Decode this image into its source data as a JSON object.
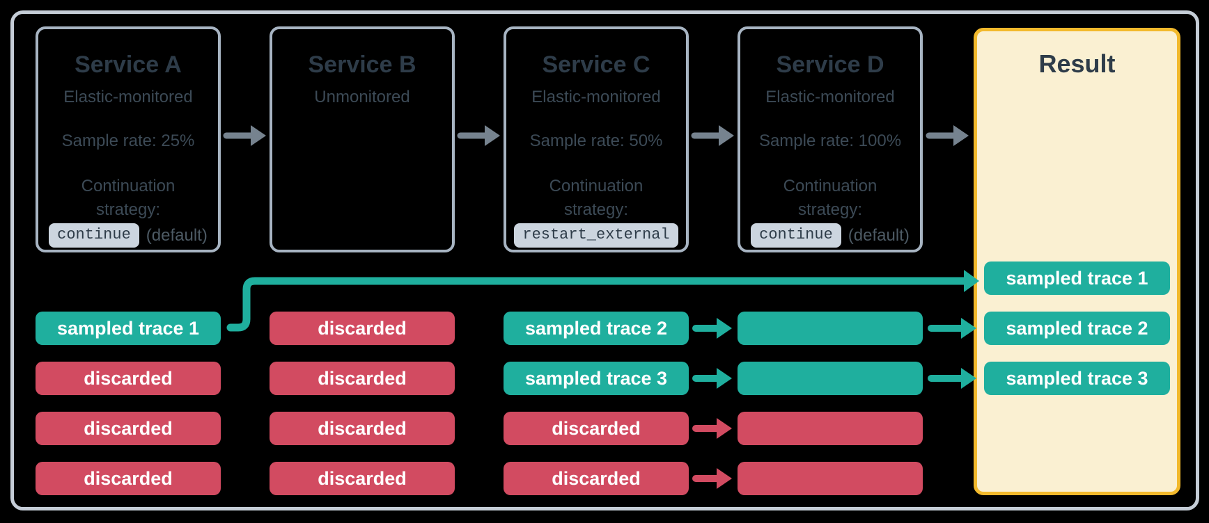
{
  "services": [
    {
      "id": "A",
      "title": "Service A",
      "monitoring": "Elastic-monitored",
      "sample_rate": "Sample rate: 25%",
      "continuation_label": "Continuation strategy:",
      "strategy_code": "continue",
      "strategy_suffix": "(default)"
    },
    {
      "id": "B",
      "title": "Service B",
      "monitoring": "Unmonitored"
    },
    {
      "id": "C",
      "title": "Service C",
      "monitoring": "Elastic-monitored",
      "sample_rate": "Sample rate: 50%",
      "continuation_label": "Continuation strategy:",
      "strategy_code": "restart_external"
    },
    {
      "id": "D",
      "title": "Service D",
      "monitoring": "Elastic-monitored",
      "sample_rate": "Sample rate: 100%",
      "continuation_label": "Continuation strategy:",
      "strategy_code": "continue",
      "strategy_suffix": "(default)"
    }
  ],
  "result": {
    "title": "Result"
  },
  "traces": {
    "service_a": [
      {
        "label": "sampled trace 1",
        "status": "sampled"
      },
      {
        "label": "discarded",
        "status": "discarded"
      },
      {
        "label": "discarded",
        "status": "discarded"
      },
      {
        "label": "discarded",
        "status": "discarded"
      }
    ],
    "service_b": [
      {
        "label": "discarded",
        "status": "discarded"
      },
      {
        "label": "discarded",
        "status": "discarded"
      },
      {
        "label": "discarded",
        "status": "discarded"
      },
      {
        "label": "discarded",
        "status": "discarded"
      }
    ],
    "service_c": [
      {
        "label": "sampled trace 2",
        "status": "sampled"
      },
      {
        "label": "sampled trace 3",
        "status": "sampled"
      },
      {
        "label": "discarded",
        "status": "discarded"
      },
      {
        "label": "discarded",
        "status": "discarded"
      }
    ],
    "service_d": [
      {
        "label": "",
        "status": "sampled"
      },
      {
        "label": "",
        "status": "sampled"
      },
      {
        "label": "",
        "status": "discarded"
      },
      {
        "label": "",
        "status": "discarded"
      }
    ],
    "result": [
      {
        "label": "sampled trace 1",
        "status": "sampled"
      },
      {
        "label": "sampled trace 2",
        "status": "sampled"
      },
      {
        "label": "sampled trace 3",
        "status": "sampled"
      }
    ]
  },
  "colors": {
    "background": "#000000",
    "frame": "#C5CDD7",
    "svc-border": "#A7B4C2",
    "ink": "#3C4A56",
    "ink-strong": "#2E3C49",
    "ink-soft": "#4D5A64",
    "chip-bg": "#CCD5DF",
    "teal": "#1FAF9E",
    "red": "#D24B61",
    "result-bg": "#FAF0D2",
    "result-border": "#F2B92C",
    "arrow-gray": "#76838F",
    "white": "#FFFFFF"
  }
}
